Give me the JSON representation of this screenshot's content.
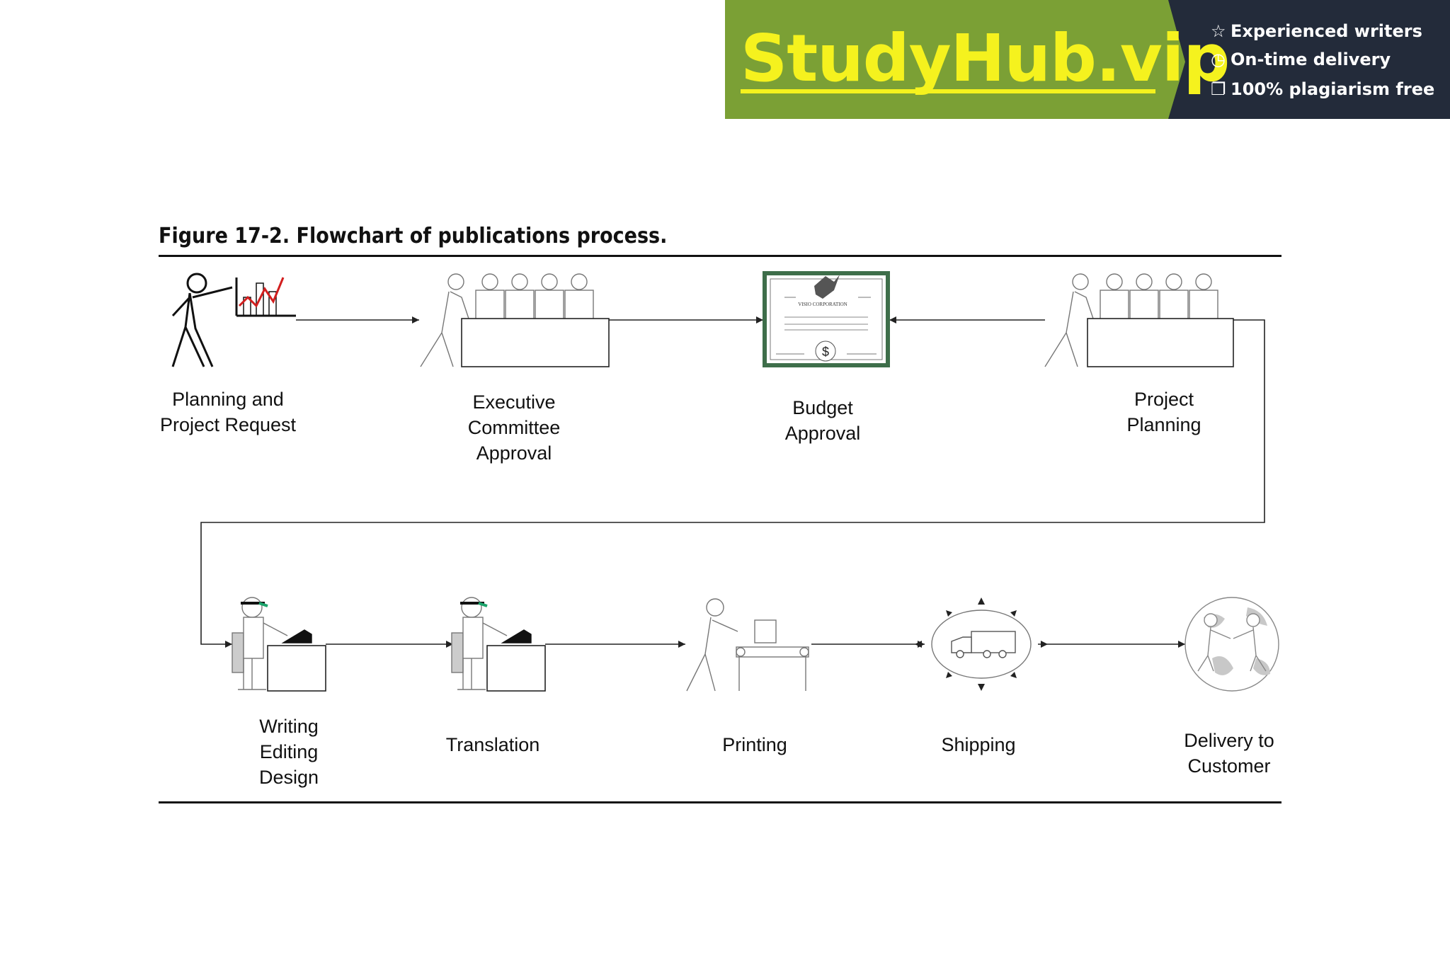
{
  "banner": {
    "brand": "StudyHub.vip",
    "features": [
      {
        "icon": "star-icon",
        "text": "Experienced writers"
      },
      {
        "icon": "clock-icon",
        "text": "On-time delivery"
      },
      {
        "icon": "document-check-icon",
        "text": "100% plagiarism free"
      }
    ],
    "colors": {
      "green": "#7ba035",
      "dark": "#232b3a",
      "yellow": "#f5f21e"
    }
  },
  "figure": {
    "caption": "Figure 17-2.  Flowchart of publications process."
  },
  "steps": [
    {
      "id": "planning-request",
      "icon": "presenter-chart-icon",
      "lines": [
        "Planning and",
        "Project Request"
      ]
    },
    {
      "id": "executive-committee",
      "icon": "committee-table-icon",
      "lines": [
        "Executive",
        "Committee",
        "Approval"
      ]
    },
    {
      "id": "budget-approval",
      "icon": "certificate-icon",
      "lines": [
        "Budget",
        "Approval"
      ],
      "certificate_text": "VISIO CORPORATION",
      "certificate_symbol": "$"
    },
    {
      "id": "project-planning",
      "icon": "committee-table-icon",
      "lines": [
        "Project",
        "Planning"
      ]
    },
    {
      "id": "writing-editing-design",
      "icon": "writer-desk-icon",
      "lines": [
        "Writing",
        "Editing",
        "Design"
      ]
    },
    {
      "id": "translation",
      "icon": "writer-desk-icon",
      "lines": [
        "Translation"
      ]
    },
    {
      "id": "printing",
      "icon": "printing-press-icon",
      "lines": [
        "Printing"
      ]
    },
    {
      "id": "shipping",
      "icon": "truck-globe-icon",
      "lines": [
        "Shipping"
      ]
    },
    {
      "id": "delivery",
      "icon": "globe-handshake-icon",
      "lines": [
        "Delivery to",
        "Customer"
      ]
    }
  ],
  "colors": {
    "line": "#222222",
    "certificate_border": "#3e6e4a",
    "chart_line": "#d21f1f",
    "visor": "#1aa36a"
  }
}
